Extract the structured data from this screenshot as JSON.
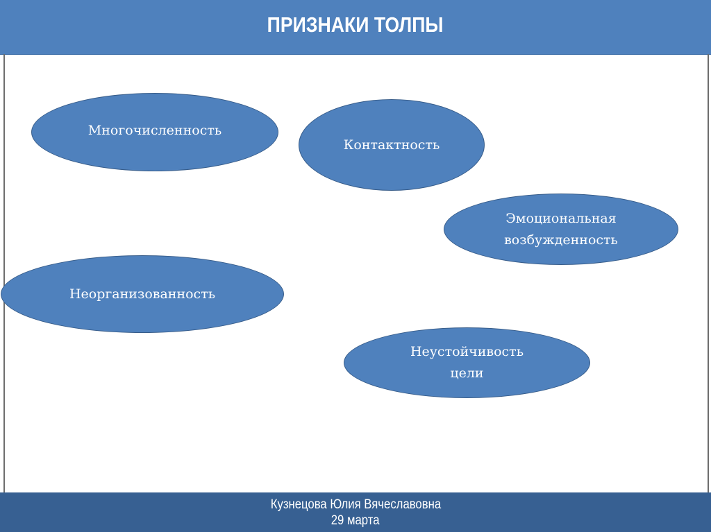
{
  "slide": {
    "title": "ПРИЗНАКИ ТОЛПЫ",
    "colors": {
      "header_bg": "#4f81bd",
      "ellipse_fill": "#4f81bd",
      "ellipse_border": "#385d8a",
      "footer_bg": "#376092",
      "text": "#ffffff"
    }
  },
  "diagram": {
    "nodes": [
      {
        "id": "mnogochislennost",
        "label": "Многочисленность"
      },
      {
        "id": "kontaktnost",
        "label": "Контактность"
      },
      {
        "id": "emotsionalnaya-vozbuzhdennost",
        "label": "Эмоциональная\nвозбужденность"
      },
      {
        "id": "neorganizovannost",
        "label": "Неорганизованность"
      },
      {
        "id": "neustoychivost-tseli",
        "label": "Неустойчивость\nцели"
      }
    ]
  },
  "footer": {
    "author": "Кузнецова Юлия Вячеславовна",
    "date": "29 марта"
  }
}
